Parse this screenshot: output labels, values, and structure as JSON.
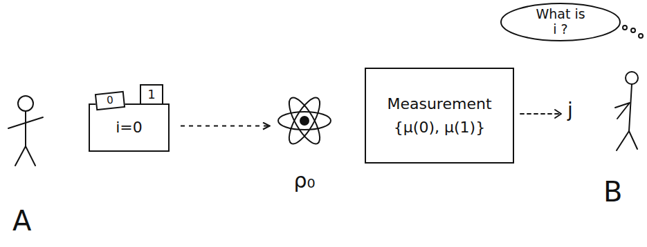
{
  "diagram": {
    "nodes": [
      {
        "text": [
          "i=0"
        ]
      },
      {
        "text": [
          "0"
        ],
        "in": 0
      },
      {
        "text": [
          "1"
        ],
        "in": 0
      },
      {
        "text": [
          "ρ₀"
        ]
      },
      {
        "text": [
          "Measurement",
          "{μ(0), μ(1)}"
        ]
      },
      {
        "text": [
          "What is i ?"
        ]
      }
    ],
    "edges": [
      {
        "from": 0,
        "to": 3,
        "arrow": "to"
      }
    ],
    "labels": [
      "A",
      "j",
      "B"
    ]
  }
}
